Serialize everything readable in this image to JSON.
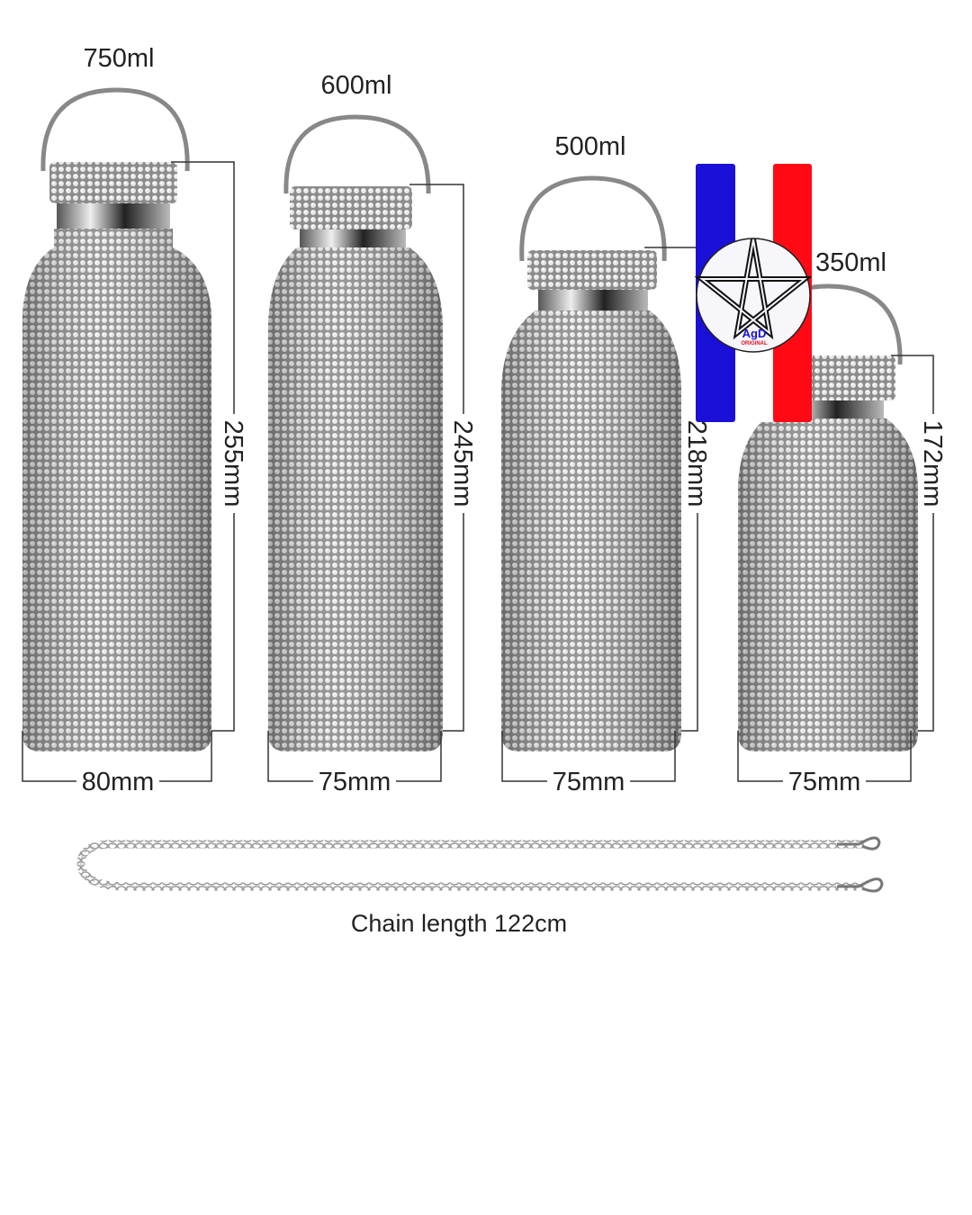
{
  "bottles": [
    {
      "capacity": "750ml",
      "height": "255mm",
      "diameter": "80mm"
    },
    {
      "capacity": "600ml",
      "height": "245mm",
      "diameter": "75mm"
    },
    {
      "capacity": "500ml",
      "height": "218mm",
      "diameter": "75mm"
    },
    {
      "capacity": "350ml",
      "height": "172mm",
      "diameter": "75mm"
    }
  ],
  "chain": {
    "label": "Chain length 122cm"
  },
  "logo": {
    "text": "AgD",
    "subtext": "ORIGINAL",
    "colors": {
      "blue": "#1a10d8",
      "white": "#ffffff",
      "red": "#ff0a14"
    }
  }
}
